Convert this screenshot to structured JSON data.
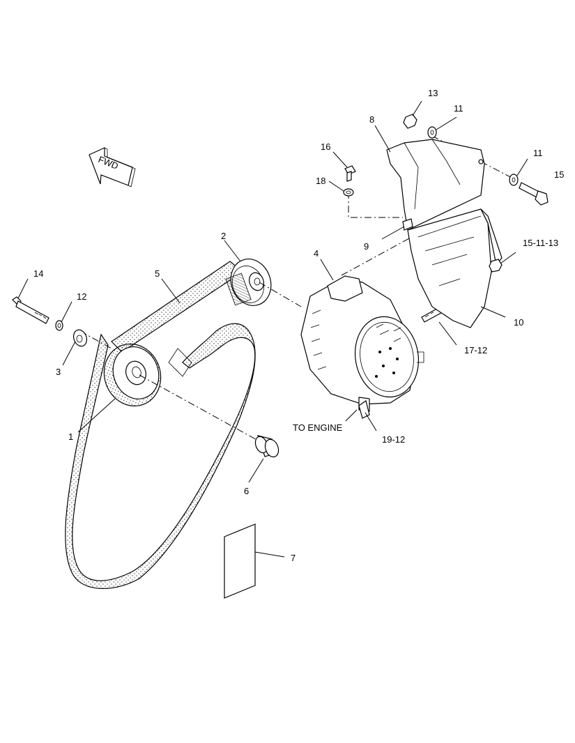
{
  "fwd_label": "FWD",
  "callouts": {
    "c1": "1",
    "c2": "2",
    "c3": "3",
    "c4": "4",
    "c5": "5",
    "c6": "6",
    "c7": "7",
    "c8": "8",
    "c9": "9",
    "c10": "10",
    "c11a": "11",
    "c11b": "11",
    "c12a": "12",
    "c12b": "19-12",
    "c13": "13",
    "c14": "14",
    "c15": "15",
    "c15_11_13": "15-11-13",
    "c16": "16",
    "c17_12": "17-12",
    "c18": "18"
  },
  "to_engine": "TO ENGINE"
}
